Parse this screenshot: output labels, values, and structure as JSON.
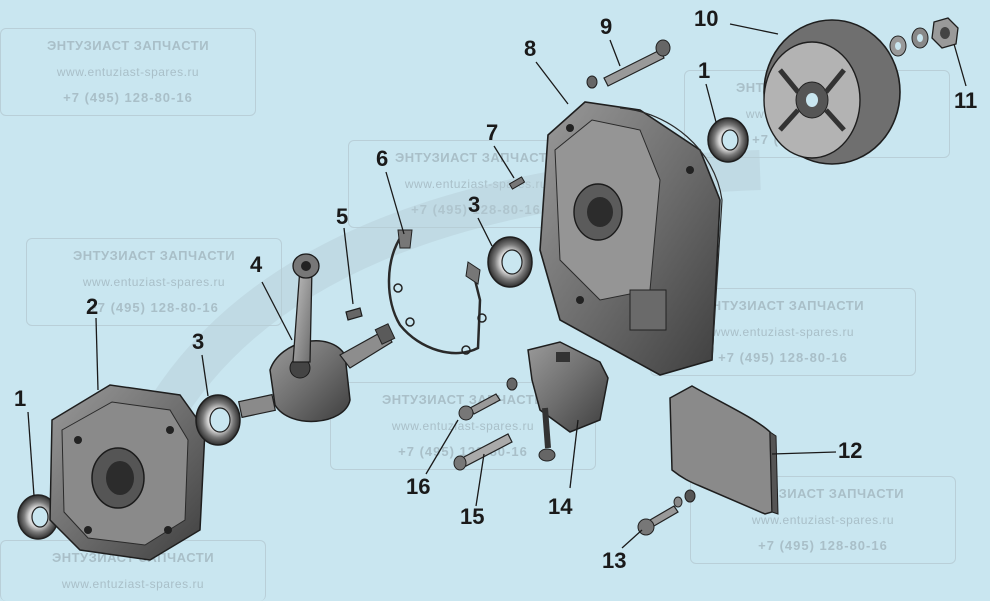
{
  "watermark": {
    "brand": "ЭНТУЗИАСТ ЗАПЧАСТИ",
    "site": "www.entuziast-spares.ru",
    "phone": "+7 (495) 128-80-16"
  },
  "callouts": [
    {
      "id": "1",
      "text": "1"
    },
    {
      "id": "2",
      "text": "2"
    },
    {
      "id": "3a",
      "text": "3"
    },
    {
      "id": "4",
      "text": "4"
    },
    {
      "id": "5",
      "text": "5"
    },
    {
      "id": "6",
      "text": "6"
    },
    {
      "id": "3b",
      "text": "3"
    },
    {
      "id": "7",
      "text": "7"
    },
    {
      "id": "8",
      "text": "8"
    },
    {
      "id": "9",
      "text": "9"
    },
    {
      "id": "10",
      "text": "10"
    },
    {
      "id": "1b",
      "text": "1"
    },
    {
      "id": "11",
      "text": "11"
    },
    {
      "id": "12",
      "text": "12"
    },
    {
      "id": "13",
      "text": "13"
    },
    {
      "id": "14",
      "text": "14"
    },
    {
      "id": "15",
      "text": "15"
    },
    {
      "id": "16",
      "text": "16"
    }
  ]
}
